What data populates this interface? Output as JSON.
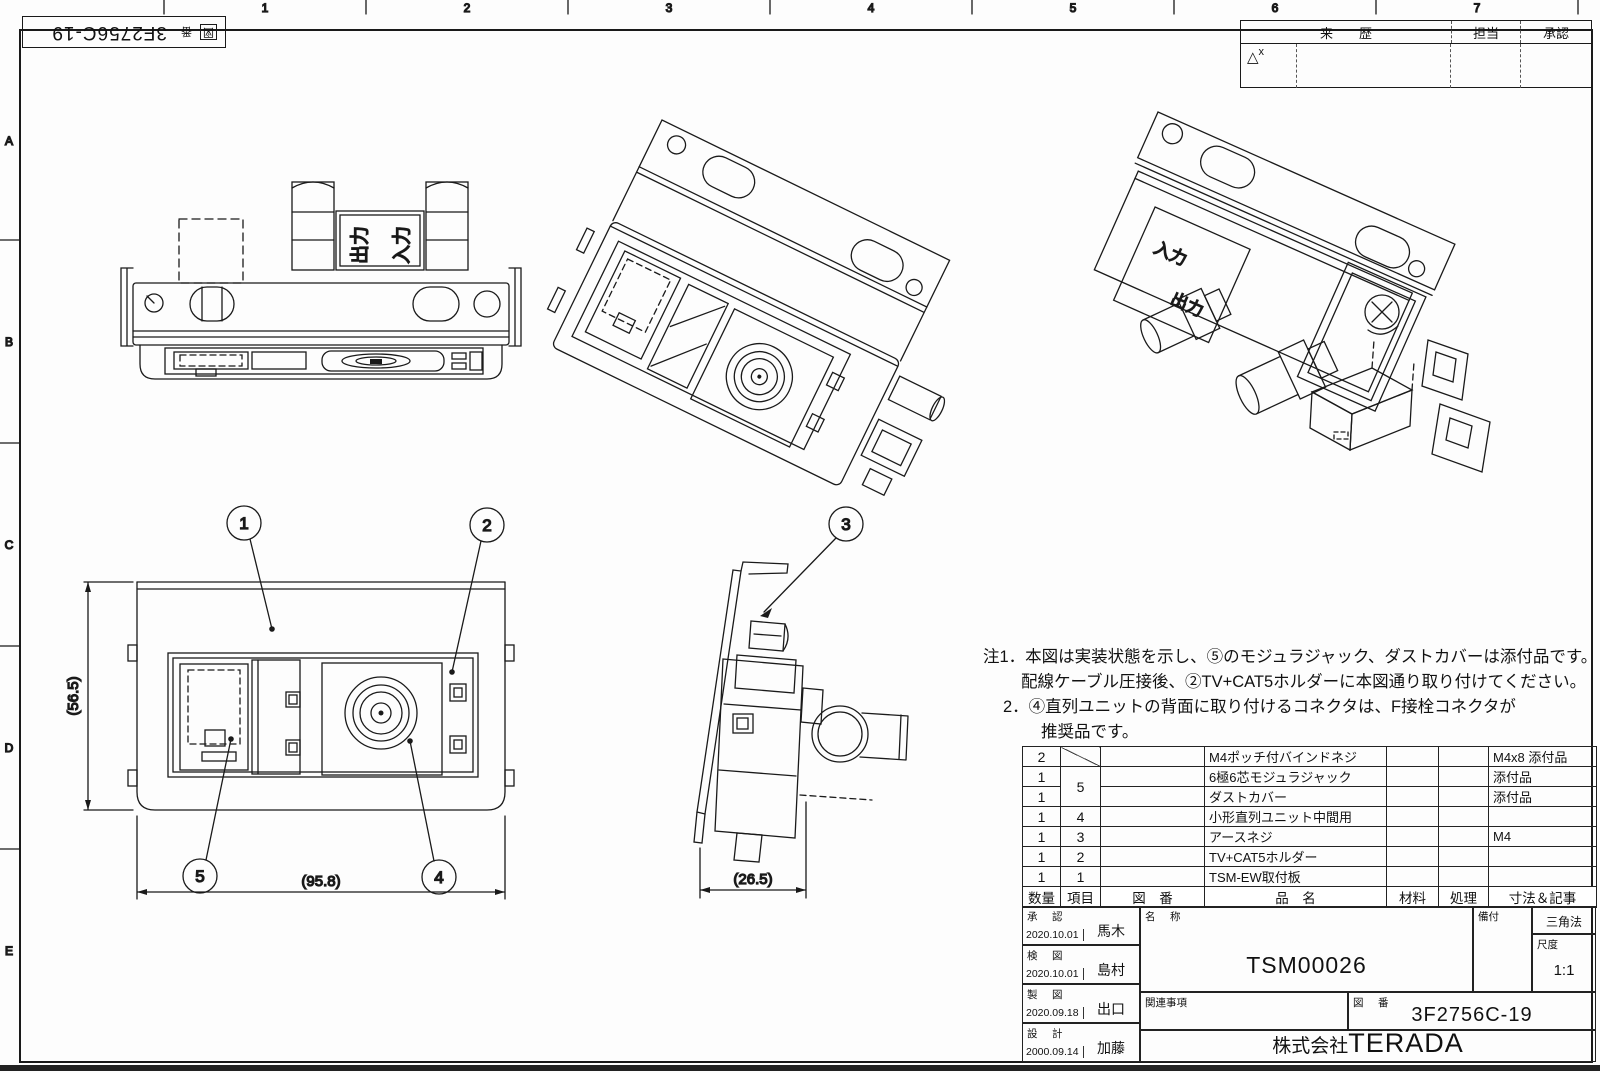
{
  "corner_stamp": {
    "label_zu": "図",
    "label_ban": "番",
    "number": "3F2756C-19"
  },
  "zones": {
    "cols": [
      "1",
      "2",
      "3",
      "4",
      "5",
      "6",
      "7"
    ],
    "rows": [
      "A",
      "B",
      "C",
      "D",
      "E"
    ]
  },
  "revision_table": {
    "history": "来　　歴",
    "staff": "担当",
    "approve": "承認",
    "mark_triangle": "△",
    "mark_x": "x"
  },
  "views": {
    "marking_input": "入力",
    "marking_output": "出力"
  },
  "balloons": {
    "b1": "1",
    "b2": "2",
    "b3": "3",
    "b4": "4",
    "b5": "5"
  },
  "dimensions": {
    "height": "(56.5)",
    "width": "(95.8)",
    "depth": "(26.5)"
  },
  "notes": {
    "line1": "注1．本図は実装状態を示し、⑤のモジュラジャック、ダストカバーは添付品です。",
    "line2": "配線ケーブル圧接後、②TV+CAT5ホルダーに本図通り取り付けてください。",
    "line3": "2．④直列ユニットの背面に取り付けるコネクタは、F接栓コネクタが",
    "line4": "推奨品です。"
  },
  "parts_table": {
    "headers": {
      "qty": "数量",
      "item": "項目",
      "zuban": "図　番",
      "name": "品　名",
      "material": "材料",
      "process": "処理",
      "remarks": "寸法＆記事"
    },
    "rows": [
      {
        "qty": "2",
        "item": "",
        "zuban": "",
        "name": "M4ポッチ付バインドネジ",
        "material": "",
        "process": "",
        "remarks": "M4x8 添付品"
      },
      {
        "qty": "1",
        "item": "5",
        "zuban": "",
        "name": "6極6芯モジュラジャック",
        "material": "",
        "process": "",
        "remarks": "添付品"
      },
      {
        "qty": "1",
        "item": "",
        "zuban": "",
        "name": "ダストカバー",
        "material": "",
        "process": "",
        "remarks": "添付品"
      },
      {
        "qty": "1",
        "item": "4",
        "zuban": "",
        "name": "小形直列ユニット中間用",
        "material": "",
        "process": "",
        "remarks": ""
      },
      {
        "qty": "1",
        "item": "3",
        "zuban": "",
        "name": "アースネジ",
        "material": "",
        "process": "",
        "remarks": "M4"
      },
      {
        "qty": "1",
        "item": "2",
        "zuban": "",
        "name": "TV+CAT5ホルダー",
        "material": "",
        "process": "",
        "remarks": ""
      },
      {
        "qty": "1",
        "item": "1",
        "zuban": "",
        "name": "TSM-EW取付板",
        "material": "",
        "process": "",
        "remarks": ""
      }
    ]
  },
  "title_block": {
    "approve": {
      "label": "承　認",
      "date": "2020.10.01",
      "name": "馬木"
    },
    "check": {
      "label": "検　図",
      "date": "2020.10.01",
      "name": "島村"
    },
    "draft": {
      "label": "製　図",
      "date": "2020.09.18",
      "name": "出口"
    },
    "design": {
      "label": "設　計",
      "date": "2000.09.14",
      "name": "加藤"
    },
    "name_label": "名　称",
    "name_value": "TSM00026",
    "related_label": "関連事項",
    "zuban_label": "図　番",
    "zuban_value": "3F2756C-19",
    "equip_label": "備付",
    "projection_label": "三角法",
    "scale_label": "尺度",
    "scale_value": "1:1",
    "company_prefix": "株式会社",
    "company_name": "TERADA"
  }
}
